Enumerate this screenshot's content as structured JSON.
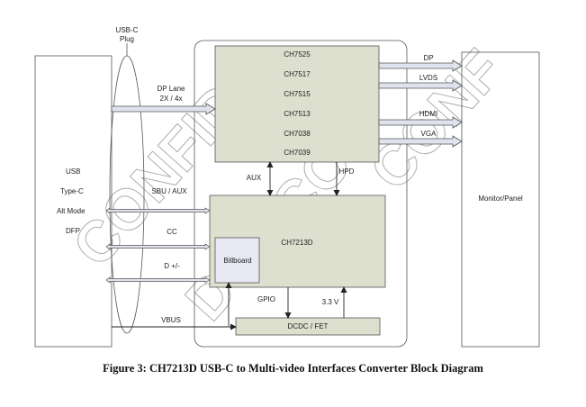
{
  "plug_label": [
    "USB-C",
    "Plug"
  ],
  "dfp_labels": [
    "USB",
    "Type-C",
    "Alt Mode",
    "DFP"
  ],
  "dp_lane_label": [
    "DP Lane",
    "2X / 4x"
  ],
  "converter_chips": [
    "CH7525",
    "CH7517",
    "CH7515",
    "CH7513",
    "CH7038",
    "CH7039"
  ],
  "outputs": [
    "DP",
    "LVDS",
    "HDMI",
    "VGA"
  ],
  "monitor_label": "Monitor/Panel",
  "aux_label": "AUX",
  "hpd_label": "HPD",
  "main_chip": "CH7213D",
  "billboard_label": "Billboard",
  "sbu_label": "SBU / AUX",
  "cc_label": "CC",
  "d_label": "D +/-",
  "gpio_label": "GPIO",
  "v33_label": "3.3 V",
  "vbus_label": "VBUS",
  "dcdc_label": "DCDC  / FET",
  "caption": "Figure 3: CH7213D USB-C to Multi-video Interfaces Converter Block Diagram",
  "colors": {
    "block_fill": "#dde0cf",
    "billboard_fill": "#e7e8f4",
    "arrow_fill": "#e0e3ee",
    "line": "#333333",
    "watermark": "#9a9a9a"
  }
}
